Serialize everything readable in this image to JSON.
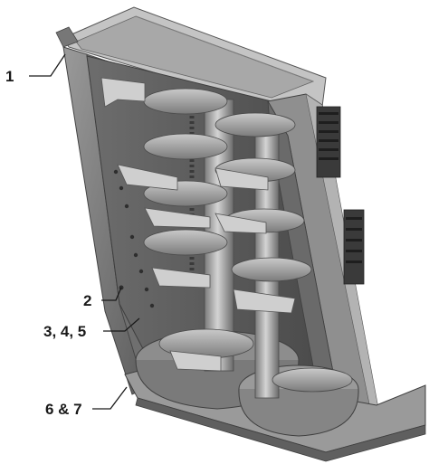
{
  "callouts": {
    "c1": "1",
    "c2": "2",
    "c3": "3, 4, 5",
    "c4": "6 & 7"
  },
  "colors": {
    "frame_dark": "#5a5a5a",
    "frame_mid": "#8a8a8a",
    "frame_light": "#b9b9b9",
    "highlight": "#d8d8d8",
    "leader": "#1a1a1a"
  }
}
